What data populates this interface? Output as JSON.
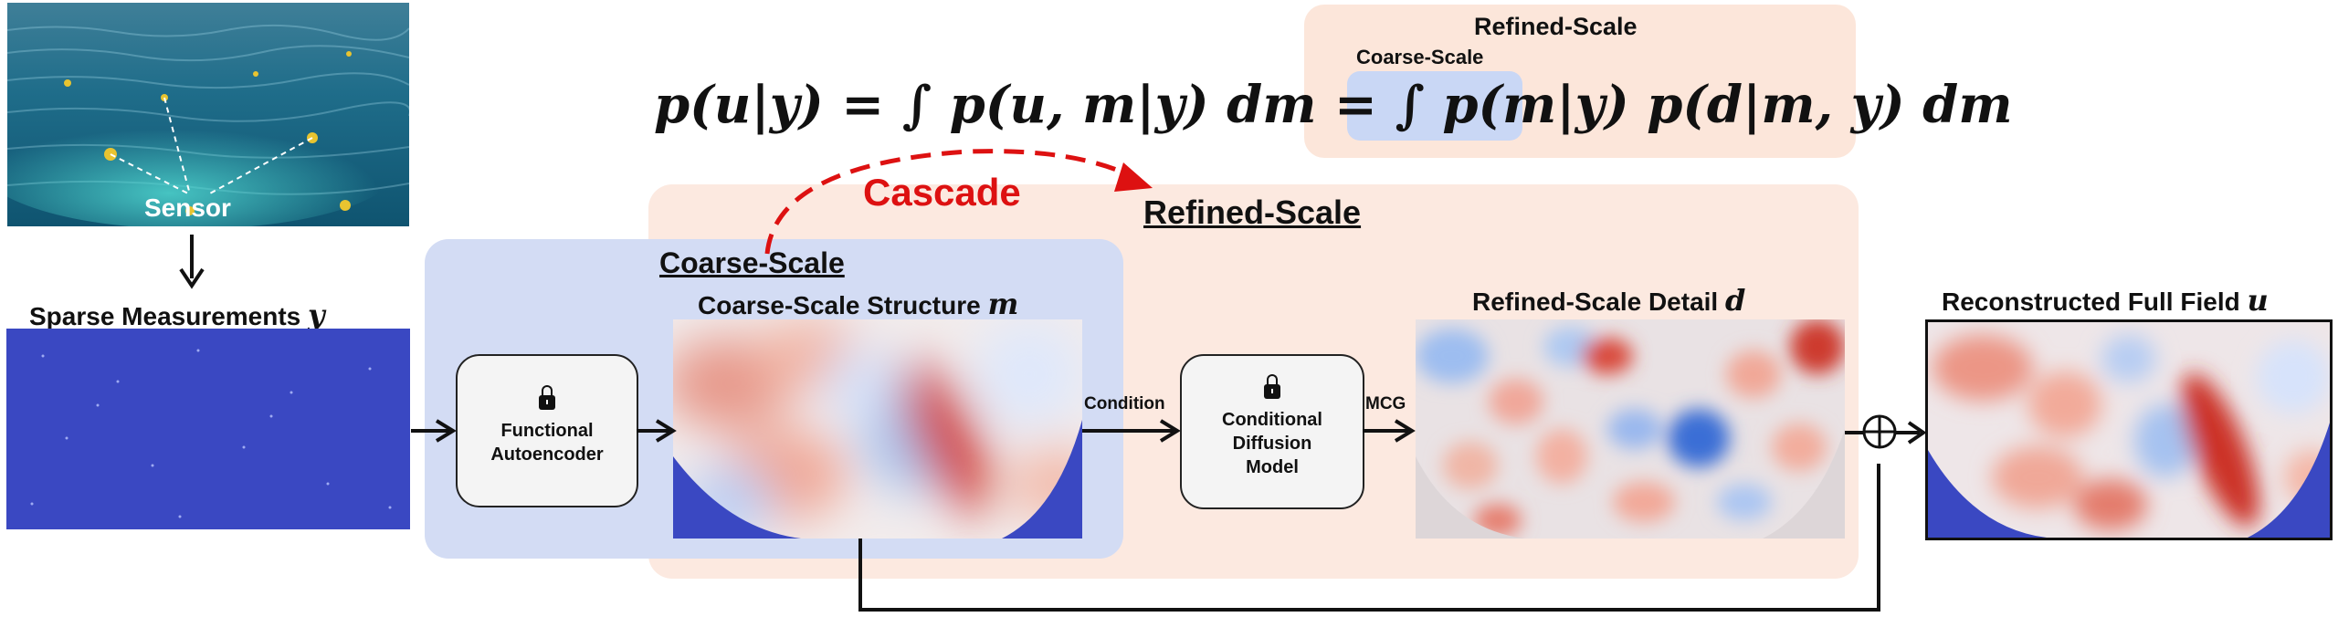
{
  "formula": {
    "main": "p(u|y) = ∫ p(u, m|y) dm = ∫",
    "coarse_term": "p(m|y)",
    "refined_term": "p(d|m, y) dm",
    "label_refined": "Refined-Scale",
    "label_coarse": "Coarse-Scale"
  },
  "photo": {
    "sensor_label": "Sensor"
  },
  "sparse": {
    "title": "Sparse Measurements",
    "symbol": "y"
  },
  "coarse_panel": {
    "title": "Coarse-Scale"
  },
  "refined_panel": {
    "title": "Refined-Scale"
  },
  "cascade_label": "Cascade",
  "autoencoder": {
    "line1": "Functional",
    "line2": "Autoencoder"
  },
  "coarse_structure": {
    "title": "Coarse-Scale Structure",
    "symbol": "m"
  },
  "condition_label": "Condition",
  "diffusion": {
    "line1": "Conditional",
    "line2": "Diffusion",
    "line3": "Model"
  },
  "mcg_label": "MCG",
  "refined_detail": {
    "title": "Refined-Scale Detail",
    "symbol": "d"
  },
  "reconstructed": {
    "title": "Reconstructed Full Field",
    "symbol": "u"
  },
  "colors": {
    "cascade_red": "#dd1111",
    "coarse_panel": "#d3dcf4",
    "refined_panel": "#fce9e0",
    "field_blue": "#3a48c2",
    "field_red": "#c8281f"
  }
}
